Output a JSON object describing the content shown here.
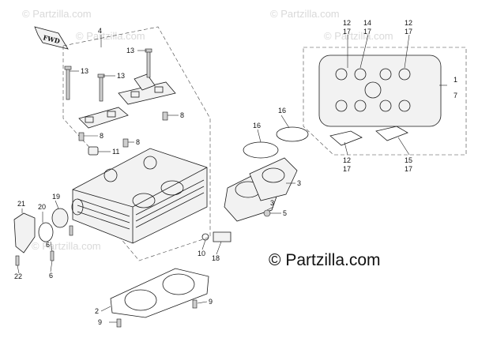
{
  "watermark": {
    "symbol": "©",
    "text": "Partzilla.com",
    "color": "#d9d9d9"
  },
  "brand": {
    "symbol": "©",
    "text": "Partzilla.com"
  },
  "fwd_label": "FWD",
  "callouts": {
    "c4": "4",
    "c13a": "13",
    "c13b": "13",
    "c8a": "8",
    "c8b": "8",
    "c8c": "8",
    "c11": "11",
    "c21": "21",
    "c20": "20",
    "c19": "19",
    "c6a": "6",
    "c6b": "6",
    "c22": "22",
    "c16a": "16",
    "c16b": "16",
    "c3a": "3",
    "c3b": "3",
    "c5": "5",
    "c10": "10",
    "c18": "18",
    "c9a": "9",
    "c9b": "9",
    "c2": "2",
    "c12a": "12",
    "c17a": "17",
    "c14": "14",
    "c17b": "17",
    "c12b": "12",
    "c17c": "17",
    "c1": "1",
    "c7": "7",
    "c12c": "12",
    "c17d": "17",
    "c15": "15",
    "c17e": "17"
  }
}
